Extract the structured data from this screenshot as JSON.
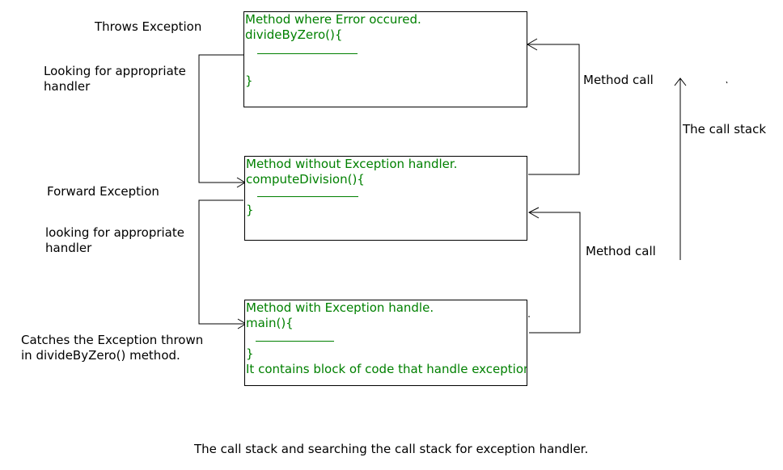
{
  "colors": {
    "code_text": "#008000",
    "label_text": "#000000",
    "line": "#000000",
    "background": "#ffffff"
  },
  "left_labels": {
    "throws": "Throws Exception",
    "looking1": "Looking for appropriate\nhandler",
    "forward": "Forward Exception",
    "looking2": "looking for appropriate\nhandler",
    "catches": "Catches the Exception thrown\nin divideByZero() method."
  },
  "right_labels": {
    "method_call_top": "Method call",
    "method_call_bottom": "Method call",
    "call_stack": "The call stack"
  },
  "boxes": {
    "top": {
      "title": "Method where Error occured.",
      "signature": "divideByZero(){",
      "close": "}"
    },
    "middle": {
      "title": "Method without Exception handler.",
      "signature": "computeDivision(){",
      "close": "}"
    },
    "bottom": {
      "title": "Method with Exception handle.",
      "signature": "main(){",
      "close": "}",
      "note": "It contains block of code that handle exception."
    }
  },
  "caption": "The call stack and searching the call stack for exception handler."
}
